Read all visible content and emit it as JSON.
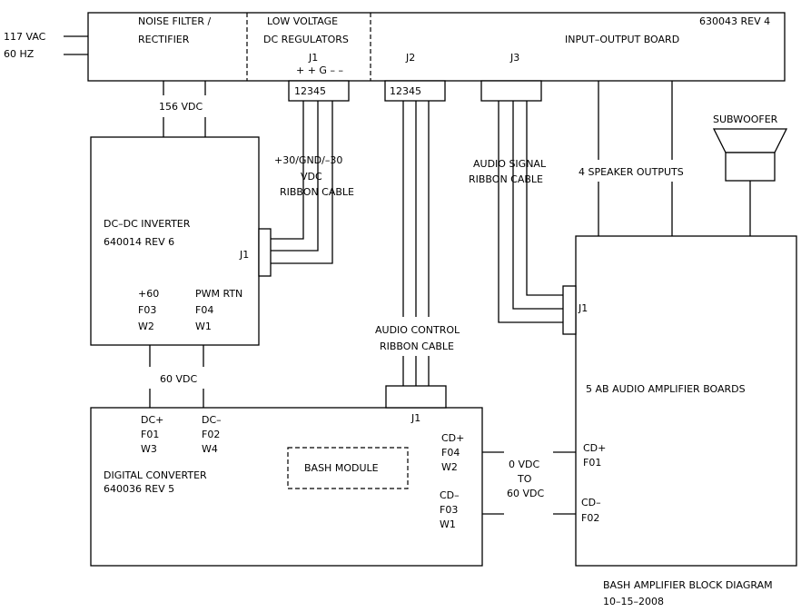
{
  "mains": {
    "voltage": "117 VAC",
    "frequency": "60 HZ"
  },
  "io_board": {
    "noise_filter": [
      "NOISE FILTER /",
      "RECTIFIER"
    ],
    "regulators": [
      "LOW VOLTAGE",
      "DC REGULATORS"
    ],
    "part": "630043 REV 4",
    "name": "INPUT–OUTPUT BOARD",
    "j1": "J1",
    "j1_pins": "+ + G – –",
    "j1_numbers": "12345",
    "j2": "J2",
    "j2_numbers": "12345",
    "j3": "J3"
  },
  "bus_156": "156 VDC",
  "inverter": {
    "name": "DC–DC INVERTER",
    "part": "640014 REV 6",
    "j1": "J1",
    "left_pins": [
      "+60",
      "F03",
      "W2"
    ],
    "right_pins": [
      "PWM RTN",
      "F04",
      "W1"
    ]
  },
  "power_cable": [
    "+30/GND/–30",
    "VDC",
    "RIBBON CABLE"
  ],
  "audio_signal_cable": [
    "AUDIO SIGNAL",
    "RIBBON CABLE"
  ],
  "speaker_outputs": "4 SPEAKER OUTPUTS",
  "subwoofer": "SUBWOOFER",
  "bus_60": "60 VDC",
  "audio_control_cable": [
    "AUDIO CONTROL",
    "RIBBON CABLE"
  ],
  "converter": {
    "name": "DIGITAL CONVERTER",
    "part": "640036 REV 5",
    "j1": "J1",
    "dcp": [
      "DC+",
      "F01",
      "W3"
    ],
    "dcm": [
      "DC–",
      "F02",
      "W4"
    ],
    "bash_module": "BASH MODULE",
    "cdp": [
      "CD+",
      "F04",
      "W2"
    ],
    "cdm": [
      "CD–",
      "F03",
      "W1"
    ]
  },
  "cd_voltage": [
    "0 VDC",
    "TO",
    "60 VDC"
  ],
  "amplifier": {
    "name": "5 AB AUDIO AMPLIFIER BOARDS",
    "j1": "J1",
    "cdp": [
      "CD+",
      "F01"
    ],
    "cdm": [
      "CD–",
      "F02"
    ]
  },
  "caption": {
    "title": "BASH AMPLIFIER BLOCK DIAGRAM",
    "date": "10–15–2008"
  }
}
